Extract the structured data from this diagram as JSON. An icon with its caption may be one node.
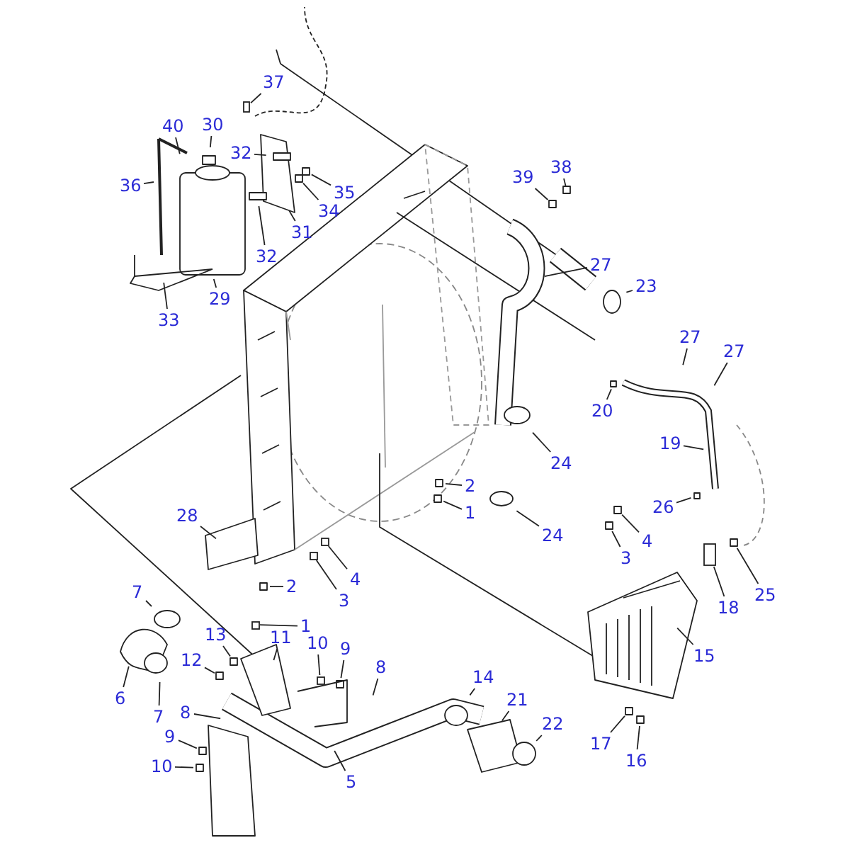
{
  "diagram": {
    "nodes": [
      {
        "text": [
          "37"
        ]
      },
      {
        "text": [
          "40"
        ]
      },
      {
        "text": [
          "30"
        ]
      },
      {
        "text": [
          "32"
        ]
      },
      {
        "text": [
          "38"
        ]
      },
      {
        "text": [
          "36"
        ]
      },
      {
        "text": [
          "39"
        ]
      },
      {
        "text": [
          "35"
        ]
      },
      {
        "text": [
          "34"
        ]
      },
      {
        "text": [
          "31"
        ]
      },
      {
        "text": [
          "32"
        ]
      },
      {
        "text": [
          "27"
        ]
      },
      {
        "text": [
          "23"
        ]
      },
      {
        "text": [
          "29"
        ]
      },
      {
        "text": [
          "33"
        ]
      },
      {
        "text": [
          "27"
        ]
      },
      {
        "text": [
          "27"
        ]
      },
      {
        "text": [
          "20"
        ]
      },
      {
        "text": [
          "19"
        ]
      },
      {
        "text": [
          "24"
        ]
      },
      {
        "text": [
          "2"
        ]
      },
      {
        "text": [
          "1"
        ]
      },
      {
        "text": [
          "24"
        ]
      },
      {
        "text": [
          "26"
        ]
      },
      {
        "text": [
          "28"
        ]
      },
      {
        "text": [
          "4"
        ]
      },
      {
        "text": [
          "3"
        ]
      },
      {
        "text": [
          "4"
        ]
      },
      {
        "text": [
          "3"
        ]
      },
      {
        "text": [
          "2"
        ]
      },
      {
        "text": [
          "25"
        ]
      },
      {
        "text": [
          "7"
        ]
      },
      {
        "text": [
          "1"
        ]
      },
      {
        "text": [
          "18"
        ]
      },
      {
        "text": [
          "15"
        ]
      },
      {
        "text": [
          "13"
        ]
      },
      {
        "text": [
          "11"
        ]
      },
      {
        "text": [
          "10"
        ]
      },
      {
        "text": [
          "9"
        ]
      },
      {
        "text": [
          "12"
        ]
      },
      {
        "text": [
          "8"
        ]
      },
      {
        "text": [
          "6"
        ]
      },
      {
        "text": [
          "7"
        ]
      },
      {
        "text": [
          "14"
        ]
      },
      {
        "text": [
          "21"
        ]
      },
      {
        "text": [
          "8"
        ]
      },
      {
        "text": [
          "22"
        ]
      },
      {
        "text": [
          "17"
        ]
      },
      {
        "text": [
          "16"
        ]
      },
      {
        "text": [
          "9"
        ]
      },
      {
        "text": [
          "10"
        ]
      },
      {
        "text": [
          "5"
        ]
      },
      {
        "text": [],
        "shape": "box"
      },
      {
        "text": [],
        "shape": "box"
      },
      {
        "text": [],
        "shape": "box"
      },
      {
        "text": [],
        "shape": "box"
      },
      {
        "text": [],
        "shape": "box"
      },
      {
        "text": [],
        "shape": "circle"
      },
      {
        "text": [],
        "shape": "box"
      }
    ],
    "edges": [
      {
        "from": 0,
        "to": 52,
        "arrow": "none"
      },
      {
        "from": 1,
        "to": null,
        "arrow": "none"
      },
      {
        "from": 2,
        "to": null,
        "arrow": "none"
      },
      {
        "from": 3,
        "to": null,
        "arrow": "none"
      },
      {
        "from": 4,
        "to": null,
        "arrow": "none"
      },
      {
        "from": 5,
        "to": null,
        "arrow": "none"
      },
      {
        "from": 6,
        "to": null,
        "arrow": "none"
      },
      {
        "from": 7,
        "to": null,
        "arrow": "none"
      },
      {
        "from": 8,
        "to": null,
        "arrow": "none"
      },
      {
        "from": 9,
        "to": null,
        "arrow": "none"
      },
      {
        "from": 10,
        "to": null,
        "arrow": "none"
      },
      {
        "from": 11,
        "to": null,
        "arrow": "none"
      },
      {
        "from": 12,
        "to": null,
        "arrow": "none"
      },
      {
        "from": 13,
        "to": null,
        "arrow": "none"
      },
      {
        "from": 14,
        "to": null,
        "arrow": "none"
      },
      {
        "from": 15,
        "to": null,
        "arrow": "none"
      },
      {
        "from": 16,
        "to": null,
        "arrow": "none"
      },
      {
        "from": 17,
        "to": null,
        "arrow": "none"
      },
      {
        "from": 18,
        "to": null,
        "arrow": "none"
      },
      {
        "from": 19,
        "to": null,
        "arrow": "none"
      },
      {
        "from": 20,
        "to": null,
        "arrow": "none"
      },
      {
        "from": 21,
        "to": null,
        "arrow": "none"
      },
      {
        "from": 22,
        "to": null,
        "arrow": "none"
      },
      {
        "from": 23,
        "to": null,
        "arrow": "none"
      },
      {
        "from": 24,
        "to": null,
        "arrow": "none"
      },
      {
        "from": 25,
        "to": null,
        "arrow": "none"
      },
      {
        "from": 26,
        "to": null,
        "arrow": "none"
      },
      {
        "from": 27,
        "to": 58,
        "arrow": "none"
      },
      {
        "from": 28,
        "to": 53,
        "arrow": "none"
      },
      {
        "from": 29,
        "to": null,
        "arrow": "none"
      },
      {
        "from": 30,
        "to": null,
        "arrow": "none"
      },
      {
        "from": 31,
        "to": null,
        "arrow": "none"
      },
      {
        "from": 32,
        "to": 54,
        "arrow": "none"
      },
      {
        "from": 33,
        "to": 55,
        "arrow": "none"
      },
      {
        "from": 34,
        "to": null,
        "arrow": "none"
      },
      {
        "from": 35,
        "to": null,
        "arrow": "none"
      },
      {
        "from": 36,
        "to": null,
        "arrow": "none"
      },
      {
        "from": 37,
        "to": 56,
        "arrow": "none"
      },
      {
        "from": 38,
        "to": null,
        "arrow": "none"
      },
      {
        "from": 39,
        "to": null,
        "arrow": "none"
      },
      {
        "from": 40,
        "to": null,
        "arrow": "none"
      },
      {
        "from": 41,
        "to": null,
        "arrow": "none"
      },
      {
        "from": 42,
        "to": null,
        "arrow": "none"
      },
      {
        "from": 43,
        "to": null,
        "arrow": "none"
      },
      {
        "from": 44,
        "to": null,
        "arrow": "none"
      },
      {
        "from": 45,
        "to": null,
        "arrow": "none"
      },
      {
        "from": 46,
        "to": 57,
        "arrow": "none"
      },
      {
        "from": 47,
        "to": null,
        "arrow": "none"
      },
      {
        "from": 48,
        "to": null,
        "arrow": "none"
      },
      {
        "from": 49,
        "to": null,
        "arrow": "none"
      },
      {
        "from": 50,
        "to": null,
        "arrow": "none"
      },
      {
        "from": 51,
        "to": null,
        "arrow": "none"
      }
    ]
  }
}
